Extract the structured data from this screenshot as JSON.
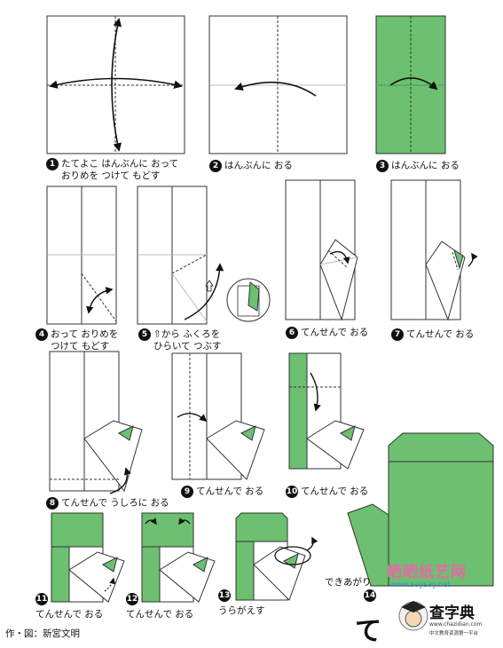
{
  "colors": {
    "paper_green": "#6cc070",
    "line": "#333333",
    "guide": "#9a9a9a"
  },
  "steps": [
    {
      "n": "1",
      "line1": "たてよこ はんぶんに おって",
      "line2": "おりめを つけて もどす"
    },
    {
      "n": "2",
      "line1": "はんぶんに おる"
    },
    {
      "n": "3",
      "line1": "はんぶんに おる"
    },
    {
      "n": "4",
      "line1": "おって おりめを",
      "line2": "つけて もどす"
    },
    {
      "n": "5",
      "line1": "⇧から ふくろを",
      "line2": "ひらいて つぶす"
    },
    {
      "n": "6",
      "line1": "てんせんで おる"
    },
    {
      "n": "7",
      "line1": "てんせんで おる"
    },
    {
      "n": "8",
      "line1": "てんせんで うしろに おる"
    },
    {
      "n": "9",
      "line1": "てんせんで おる"
    },
    {
      "n": "10",
      "line1": "てんせんで おる"
    },
    {
      "n": "11",
      "line1": "てんせんで おる"
    },
    {
      "n": "12",
      "line1": "てんせんで おる"
    },
    {
      "n": "13",
      "line1": "うらがえす"
    },
    {
      "n": "14"
    }
  ],
  "finished": {
    "label": "できあがり",
    "kana": "て"
  },
  "credit": "作・図：新宮文明",
  "watermark": {
    "title": "晒晒纸艺网",
    "url": "www.saysay.net"
  },
  "logo": {
    "name": "查字典",
    "url": "www.chazidian.com",
    "tagline": "中文教育资源第一平台"
  }
}
